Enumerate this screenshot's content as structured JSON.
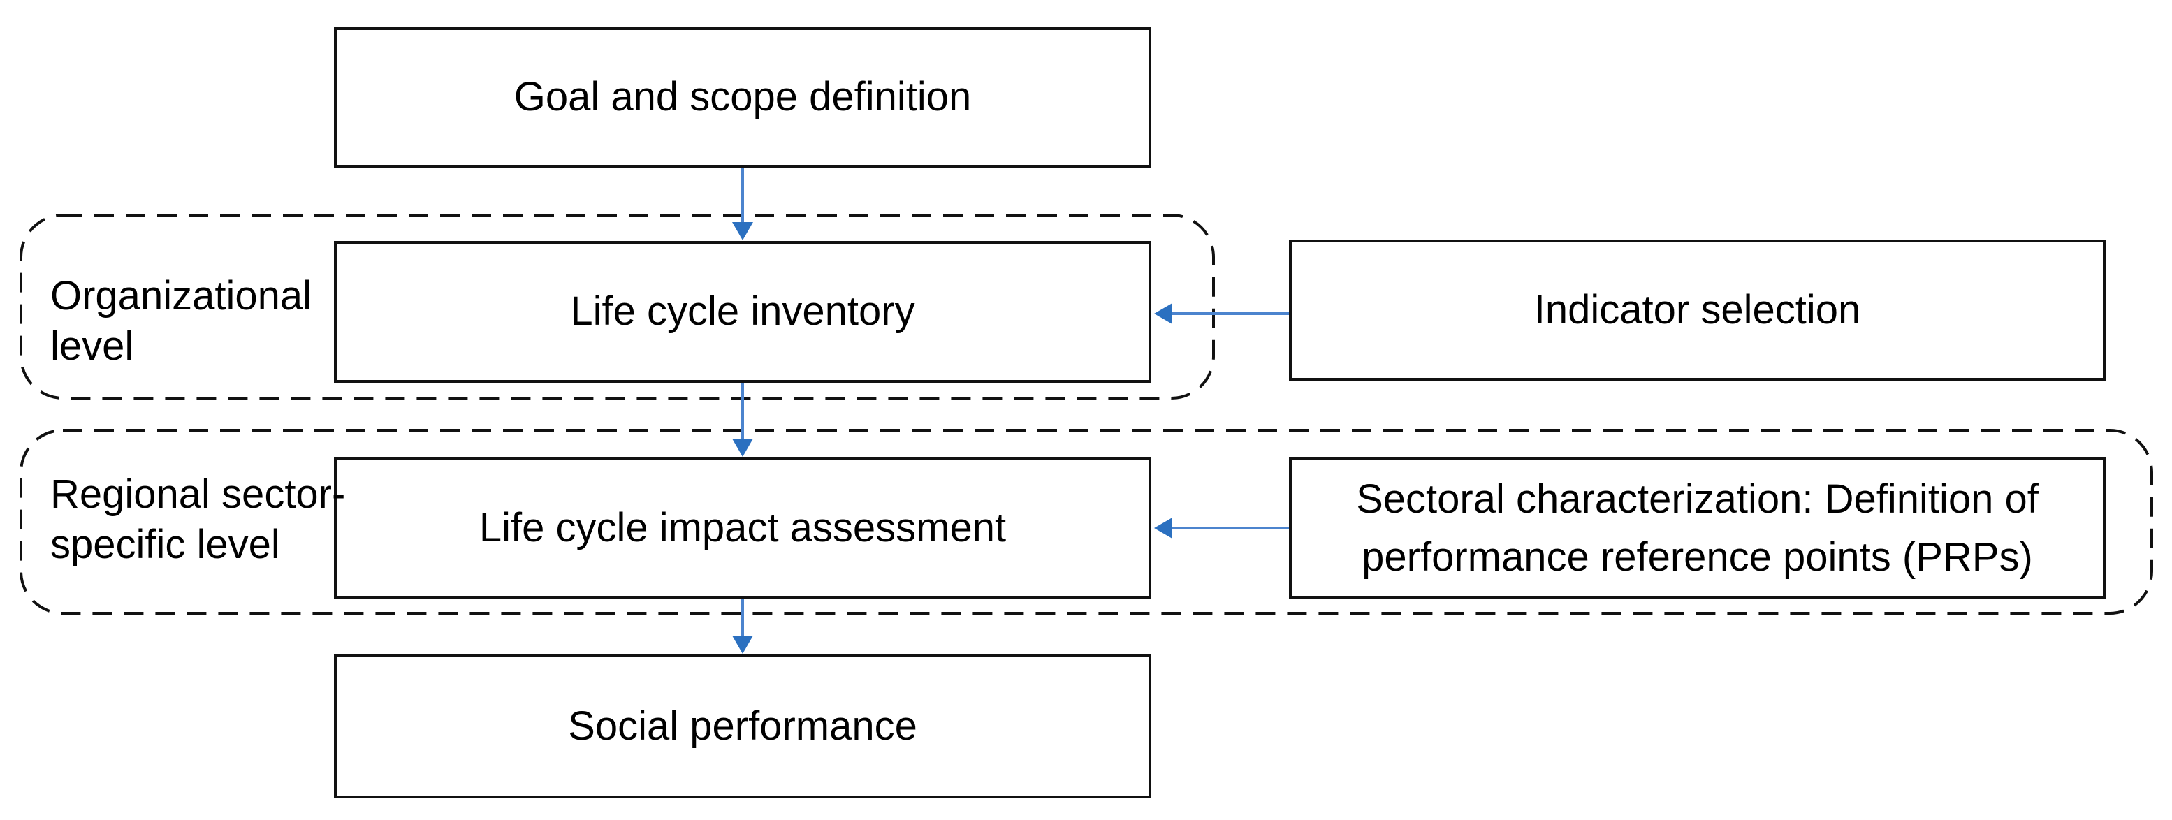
{
  "diagram": {
    "boxes": {
      "goal": {
        "label": "Goal and scope definition"
      },
      "lci": {
        "label": "Life cycle inventory"
      },
      "indicator": {
        "label": "Indicator selection"
      },
      "lcia": {
        "label": "Life cycle impact assessment"
      },
      "sectoral": {
        "line1": "Sectoral characterization: Definition of",
        "line2": "performance reference points (PRPs)"
      },
      "social": {
        "label": "Social performance"
      }
    },
    "groups": {
      "organizational": {
        "line1": "Organizational",
        "line2": "level"
      },
      "regional": {
        "line1": "Regional sector-",
        "line2": "specific level"
      }
    },
    "colors": {
      "background": "#ffffff",
      "box_border": "#111111",
      "text": "#000000",
      "arrow_line": "#4C84CE",
      "arrow_head": "#2B70C0"
    }
  }
}
